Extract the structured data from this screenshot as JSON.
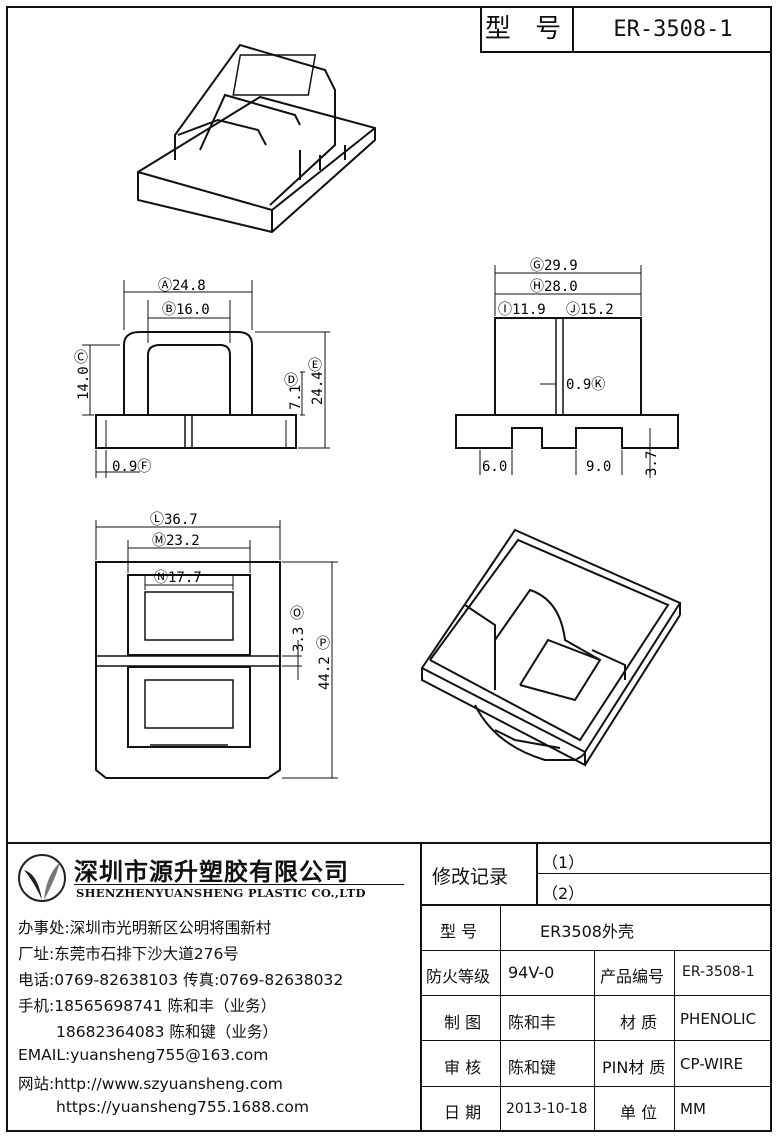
{
  "header": {
    "type_label": "型 号",
    "model": "ER-3508-1"
  },
  "dimensions": {
    "A": "A",
    "A_val": "24.8",
    "B": "B",
    "B_val": "16.0",
    "C": "C",
    "C_val": "14.0",
    "D": "D",
    "D_val": "7.1",
    "E": "E",
    "E_val": "24.4",
    "F": "F",
    "F_val": "0.9",
    "G": "G",
    "G_val": "29.9",
    "H": "H",
    "H_val": "28.0",
    "I": "I",
    "I_val": "11.9",
    "J": "J",
    "J_val": "15.2",
    "K": "K",
    "K_val": "0.9",
    "L": "L",
    "L_val": "36.7",
    "M": "M",
    "M_val": "23.2",
    "N": "N",
    "N_val": "17.7",
    "O": "O",
    "O_val": "3.3",
    "P": "P",
    "P_val": "44.2",
    "side_left": "6.0",
    "side_mid": "9.0",
    "side_right": "3.7"
  },
  "company": {
    "name_cn": "深圳市源升塑胶有限公司",
    "name_en": "SHENZHENYUANSHENG PLASTIC CO.,LTD",
    "office": "办事处:深圳市光明新区公明将围新村",
    "factory": "厂址:东莞市石排下沙大道276号",
    "phone": "电话:0769-82638103 传真:0769-82638032",
    "mobile1": "手机:18565698741 陈和丰（业务）",
    "mobile2": "18682364083 陈和键（业务）",
    "email": "EMAIL:yuansheng755@163.com",
    "web1": "网站:http://www.szyuansheng.com",
    "web2": "https://yuansheng755.1688.com"
  },
  "table": {
    "revision_label": "修改记录",
    "rev1": "（1）",
    "rev2": "（2）",
    "type_label": "型 号",
    "type_value": "ER3508外壳",
    "fire_label": "防火等级",
    "fire_value": "94V-0",
    "product_no_label": "产品编号",
    "product_no_value": "ER-3508-1",
    "drawn_label": "制 图",
    "drawn_value": "陈和丰",
    "material_label": "材 质",
    "material_value": "PHENOLIC",
    "check_label": "审 核",
    "check_value": "陈和键",
    "pin_label": "PIN材 质",
    "pin_value": "CP-WIRE",
    "date_label": "日 期",
    "date_value": "2013-10-18",
    "unit_label": "单 位",
    "unit_value": "MM"
  }
}
